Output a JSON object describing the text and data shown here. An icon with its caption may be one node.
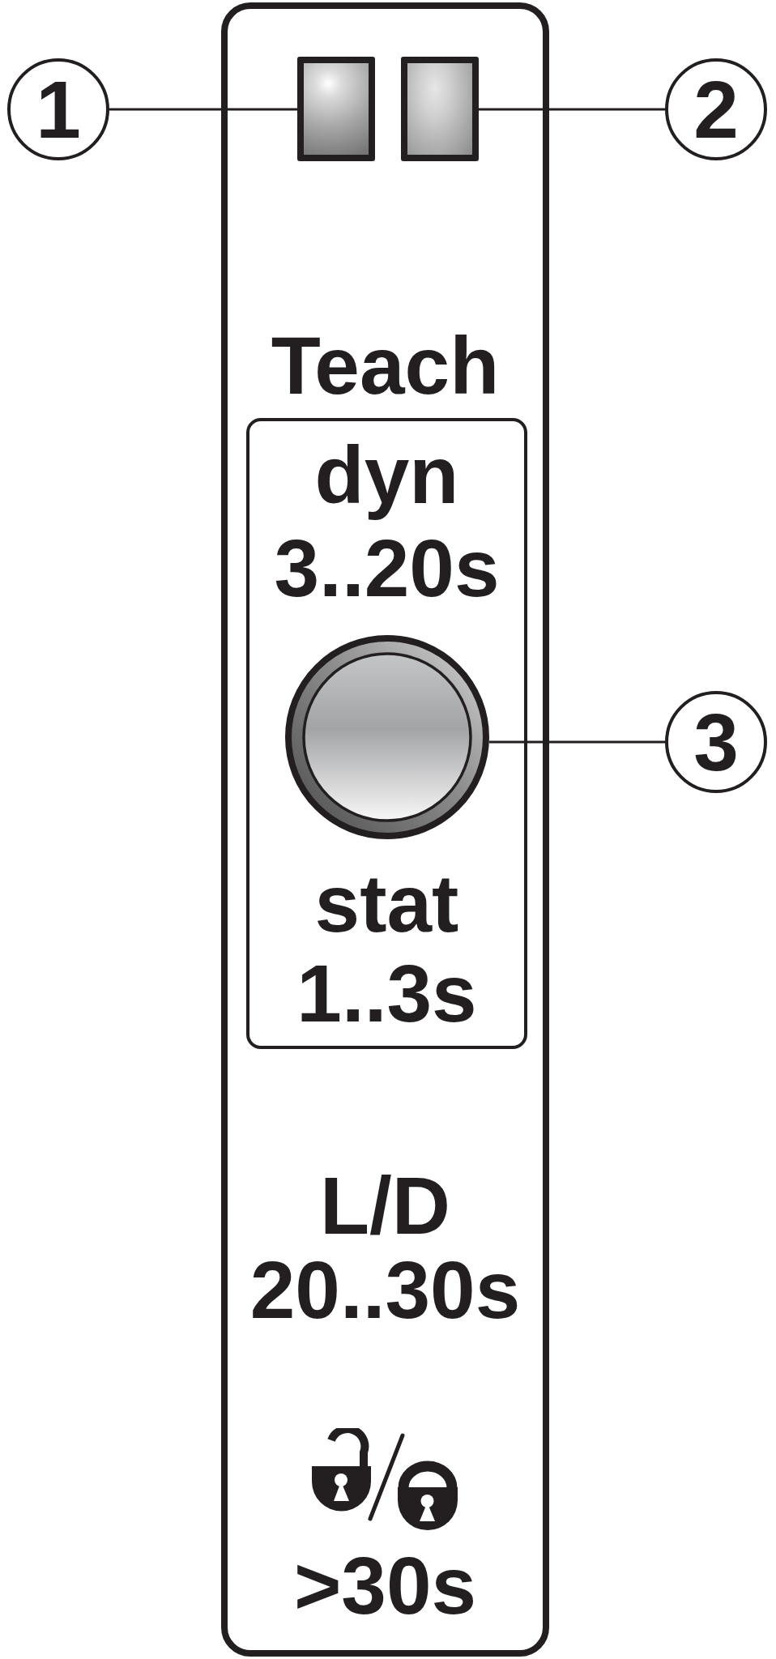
{
  "diagram": {
    "nodes": [
      {
        "text": [
          "Teach",
          "L/D 20..30s",
          ">30s"
        ]
      },
      {
        "text": [],
        "shape": "box",
        "in": 0
      },
      {
        "text": [],
        "shape": "box",
        "in": 0
      },
      {
        "text": [
          "dyn 3..20s",
          "stat 1..3s"
        ],
        "in": 0
      },
      {
        "text": [],
        "shape": "circle",
        "in": 3
      },
      {
        "text": [
          "1"
        ]
      },
      {
        "text": [
          "2"
        ]
      },
      {
        "text": [
          "3"
        ]
      }
    ],
    "edges": [
      {
        "from": 5,
        "to": 1,
        "arrow": "none"
      },
      {
        "from": 6,
        "to": 2,
        "arrow": "none"
      },
      {
        "from": 7,
        "to": 4,
        "arrow": "none"
      }
    ]
  }
}
